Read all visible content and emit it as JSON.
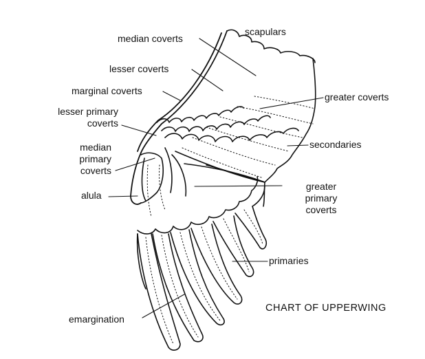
{
  "labels": {
    "scapulars": "scapulars",
    "median_coverts": "median coverts",
    "lesser_coverts": "lesser coverts",
    "marginal_coverts": "marginal coverts",
    "lesser_primary_coverts": [
      "lesser primary",
      "coverts"
    ],
    "median_primary_coverts": [
      "median",
      "primary",
      "coverts"
    ],
    "alula": "alula",
    "greater_coverts": "greater coverts",
    "secondaries": "secondaries",
    "greater_primary_coverts": [
      "greater",
      "primary",
      "coverts"
    ],
    "primaries": "primaries",
    "emargination": "emargination"
  },
  "chart_title": "CHART OF UPPERWING",
  "colors": {
    "ink": "#111111",
    "background": "#ffffff"
  }
}
